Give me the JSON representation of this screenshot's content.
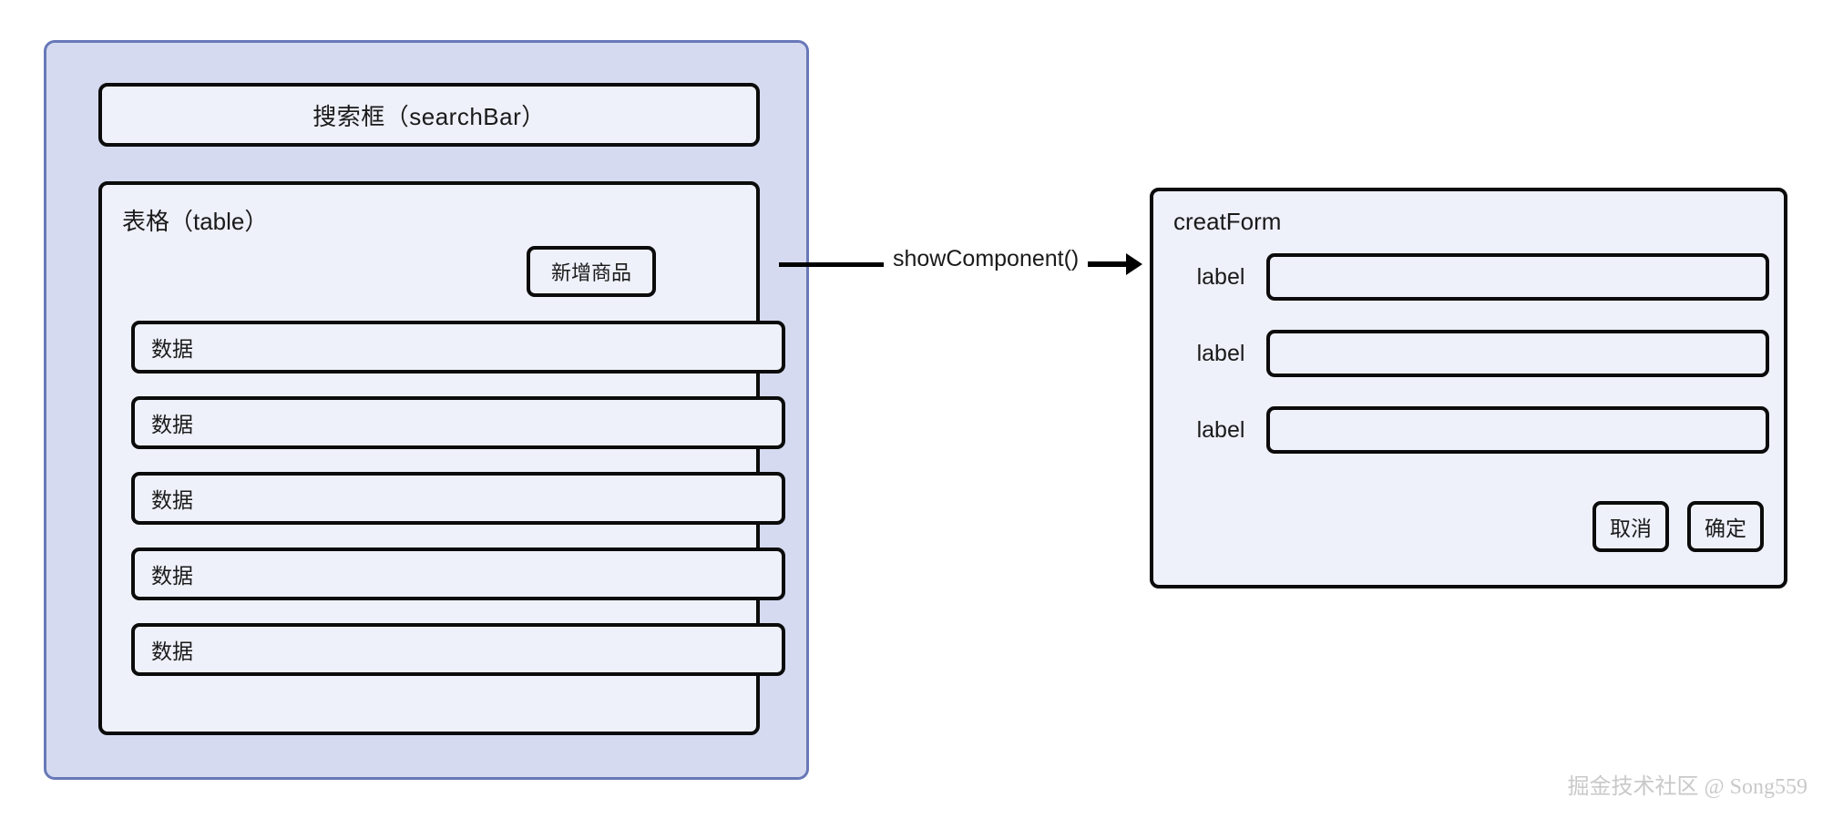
{
  "diagram": {
    "page_container": {
      "name": "page container",
      "border_color": "#6878b8",
      "fill_color": "#d5daf0"
    },
    "search_bar": {
      "label": "搜索框（searchBar）"
    },
    "table_panel": {
      "title": "表格（table）",
      "add_button_label": "新增商品",
      "rows": [
        {
          "label": "数据"
        },
        {
          "label": "数据"
        },
        {
          "label": "数据"
        },
        {
          "label": "数据"
        },
        {
          "label": "数据"
        }
      ]
    },
    "connector": {
      "label": "showComponent()",
      "arrow_icon": "arrow-right-icon"
    },
    "form_panel": {
      "title": "creatForm",
      "fields": [
        {
          "label": "label",
          "value": ""
        },
        {
          "label": "label",
          "value": ""
        },
        {
          "label": "label",
          "value": ""
        }
      ],
      "cancel_label": "取消",
      "confirm_label": "确定"
    },
    "watermark": {
      "text": "掘金技术社区 @ Song559"
    },
    "colors": {
      "box_fill": "#eef1fa",
      "box_border": "#0b0b0b",
      "container_fill": "#d5daf0",
      "container_border": "#6878b8",
      "watermark": "#c9c9c9"
    }
  }
}
